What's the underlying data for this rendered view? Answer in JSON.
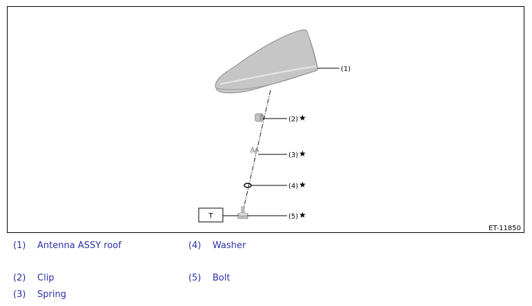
{
  "figure": {
    "id": "ET-11850",
    "torque_symbol": "T",
    "callouts": [
      {
        "num": "(1)",
        "star": ""
      },
      {
        "num": "(2)",
        "star": "★"
      },
      {
        "num": "(3)",
        "star": "★"
      },
      {
        "num": "(4)",
        "star": "★"
      },
      {
        "num": "(5)",
        "star": "★"
      }
    ]
  },
  "legend": [
    {
      "num": "(1)",
      "name": "Antenna ASSY roof"
    },
    {
      "num": "(2)",
      "name": "Clip"
    },
    {
      "num": "(3)",
      "name": "Spring"
    },
    {
      "num": "(4)",
      "name": "Washer"
    },
    {
      "num": "(5)",
      "name": "Bolt"
    }
  ],
  "colors": {
    "legend_text": "#2a2fa6",
    "part_fill": "#c4c4c4",
    "line": "#000000"
  }
}
